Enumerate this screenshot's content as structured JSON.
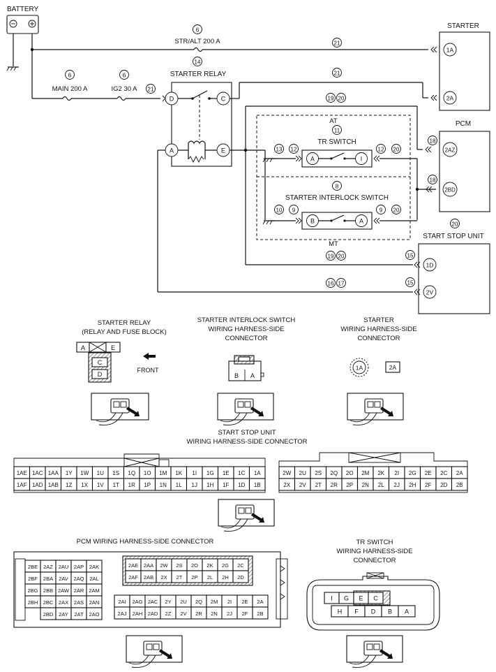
{
  "components": {
    "battery": "BATTERY",
    "starter": "STARTER",
    "pcm": "PCM",
    "starter_relay": "STARTER RELAY",
    "at": "AT",
    "mt": "MT",
    "tr_switch": "TR SWITCH",
    "starter_interlock_switch": "STARTER INTERLOCK SWITCH",
    "start_stop_unit": "START STOP UNIT",
    "fuse_str_alt": "STR/ALT 200 A",
    "fuse_main": "MAIN 200 A",
    "fuse_ig2": "IG2 30 A"
  },
  "terminals": {
    "starter_1a": "1A",
    "starter_2a": "2A",
    "pcm_2az": "2AZ",
    "pcm_2bd": "2BD",
    "ssu_1d": "1D",
    "ssu_2v": "2V",
    "relay_a": "A",
    "relay_c": "C",
    "relay_d": "D",
    "relay_e": "E",
    "tr_a": "A",
    "tr_i": "I",
    "sis_a": "A",
    "sis_b": "B"
  },
  "refs": {
    "r6": "6",
    "r8": "8",
    "r9": "9",
    "r10": "10",
    "r11": "11",
    "r12": "12",
    "r13": "13",
    "r14": "14",
    "r15": "15",
    "r16": "16",
    "r17": "17",
    "r18": "18",
    "r19": "19",
    "r20": "20",
    "r21": "21"
  },
  "connector_views": {
    "relay_title1": "STARTER RELAY",
    "relay_title2": "(RELAY AND FUSE BLOCK)",
    "relay_a": "A",
    "relay_e": "E",
    "relay_c": "C",
    "relay_d": "D",
    "front": "FRONT",
    "sis_title1": "STARTER INTERLOCK SWITCH",
    "sis_title2": "WIRING HARNESS-SIDE",
    "sis_title3": "CONNECTOR",
    "sis_b": "B",
    "sis_a": "A",
    "starter_title1": "STARTER",
    "starter_title2": "WIRING HARNESS-SIDE",
    "starter_title3": "CONNECTOR",
    "starter_1a": "1A",
    "starter_2a": "2A",
    "ssu_title1": "START STOP UNIT",
    "ssu_title2": "WIRING HARNESS-SIDE CONNECTOR",
    "pcm_title": "PCM WIRING HARNESS-SIDE CONNECTOR",
    "tr_title1": "TR SWITCH",
    "tr_title2": "WIRING HARNESS-SIDE",
    "tr_title3": "CONNECTOR"
  },
  "ssu_left": {
    "top": [
      "1AE",
      "1AC",
      "1AA",
      "1Y",
      "1W",
      "1U",
      "1S",
      "1Q",
      "1O",
      "1M",
      "1K",
      "1I",
      "1G",
      "1E",
      "1C",
      "1A"
    ],
    "bottom": [
      "1AF",
      "1AD",
      "1AB",
      "1Z",
      "1X",
      "1V",
      "1T",
      "1R",
      "1P",
      "1N",
      "1L",
      "1J",
      "1H",
      "1F",
      "1D",
      "1B"
    ]
  },
  "ssu_right": {
    "top": [
      "2W",
      "2U",
      "2S",
      "2Q",
      "2O",
      "2M",
      "2K",
      "2I",
      "2G",
      "2E",
      "2C",
      "2A"
    ],
    "bottom": [
      "2X",
      "2V",
      "2T",
      "2R",
      "2P",
      "2N",
      "2L",
      "2J",
      "2H",
      "2F",
      "2D",
      "2B"
    ]
  },
  "pcm_left": [
    [
      "2BE",
      "2AZ",
      "2AU",
      "2AP",
      "2AK"
    ],
    [
      "2BF",
      "2BA",
      "2AV",
      "2AQ",
      "2AL"
    ],
    [
      "2BG",
      "2BB",
      "2AW",
      "2AR",
      "2AM"
    ],
    [
      "2BH",
      "2BC",
      "2AX",
      "2AS",
      "2AN"
    ],
    [
      "",
      "2BD",
      "2AY",
      "2AT",
      "2AO"
    ]
  ],
  "pcm_mid_top": [
    [
      "2AE",
      "2AA",
      "2W",
      "2S",
      "2O",
      "2K",
      "2G",
      "2C"
    ],
    [
      "2AF",
      "2AB",
      "2X",
      "2T",
      "2P",
      "2L",
      "2H",
      "2D"
    ]
  ],
  "pcm_mid_bottom": [
    [
      "2AI",
      "2AG",
      "2AC",
      "2Y",
      "2U",
      "2Q",
      "2M",
      "2I",
      "2E",
      "2A"
    ],
    [
      "2AJ",
      "2AH",
      "2AD",
      "2Z",
      "2V",
      "2R",
      "2N",
      "2J",
      "2F",
      "2B"
    ]
  ],
  "tr_connector": {
    "top": [
      "I",
      "G",
      "E",
      "C"
    ],
    "bottom": [
      "H",
      "F",
      "D",
      "B",
      "A"
    ]
  }
}
